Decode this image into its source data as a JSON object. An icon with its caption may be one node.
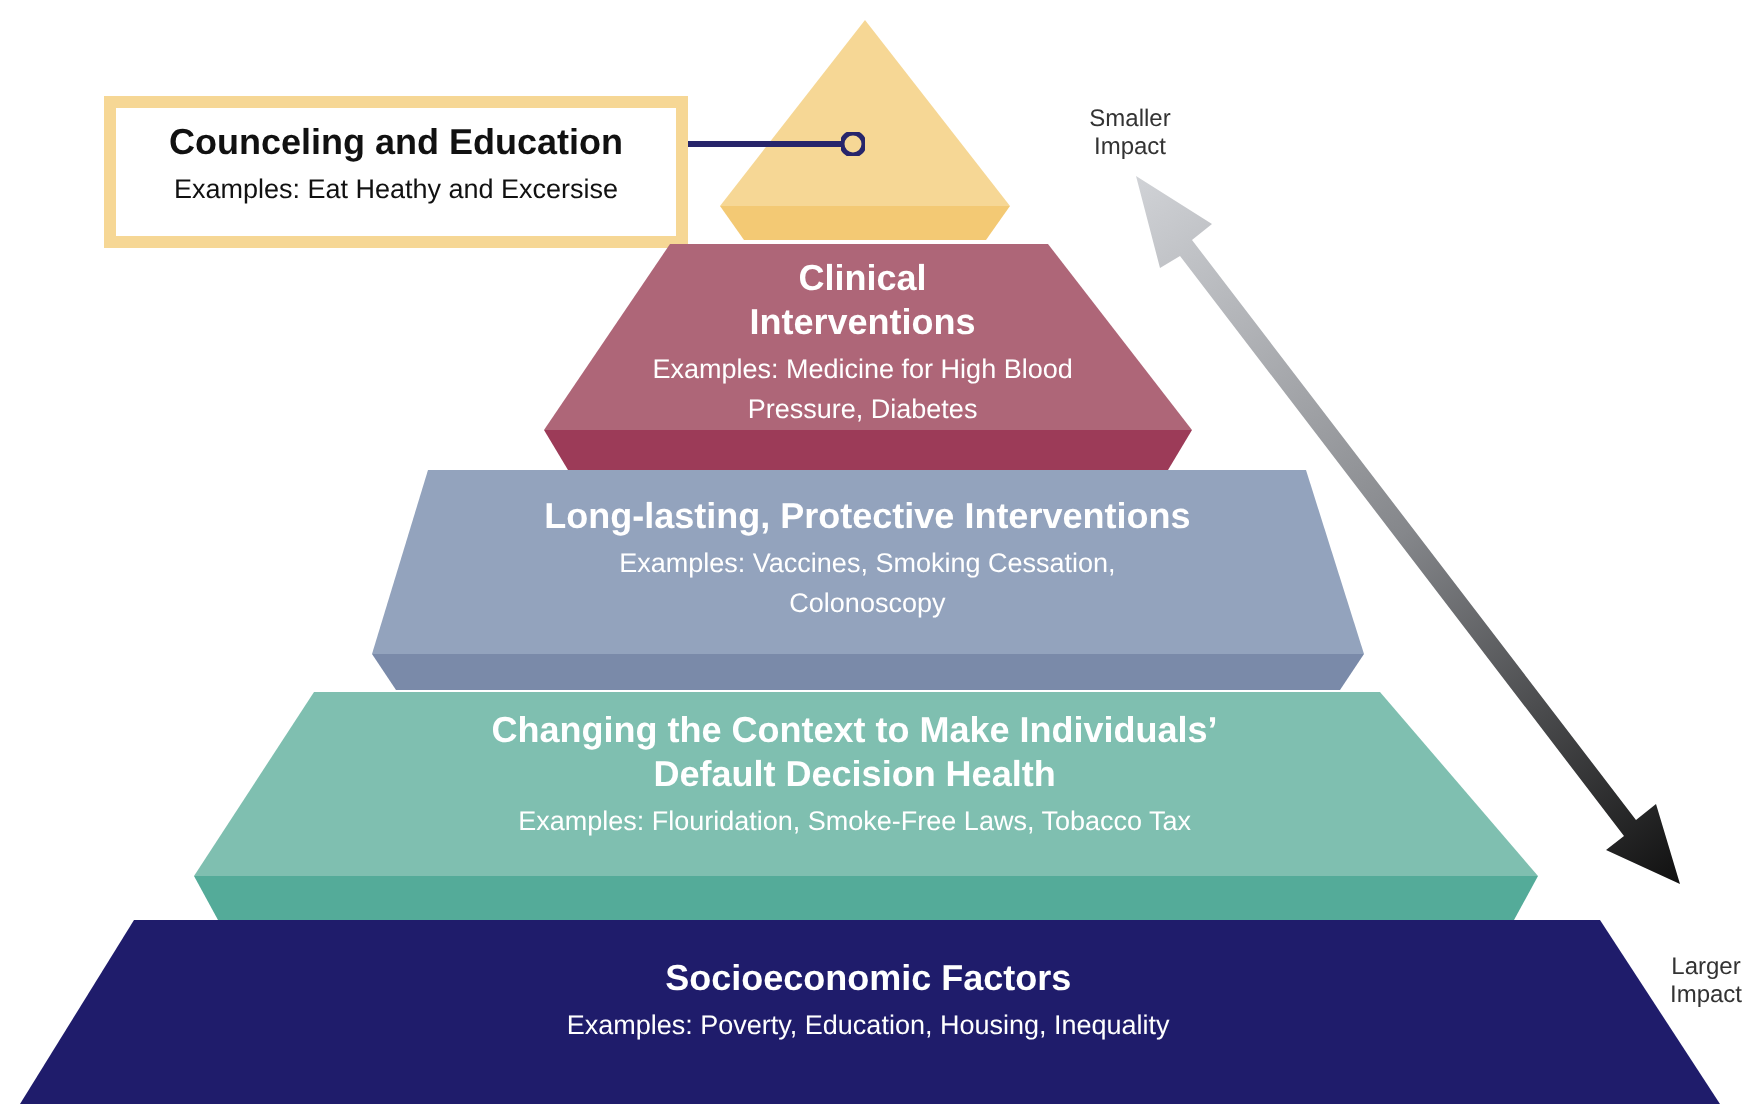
{
  "diagram": {
    "nodes": [
      {
        "text": [
          "Counceling and Education",
          "Examples: Eat Heathy and Excersise"
        ]
      },
      {
        "text": [],
        "shape": "triangle"
      },
      {
        "text": [
          "Clinical Interventions",
          "Examples: Medicine for High Blood Pressure, Diabetes"
        ]
      },
      {
        "text": [
          "Long-lasting, Protective Interventions",
          "Examples: Vaccines, Smoking Cessation, Colonoscopy"
        ]
      },
      {
        "text": [
          "Changing the Context to Make Individuals’ Default Decision Health",
          "Examples: Flouridation, Smoke-Free Laws, Tobacco Tax"
        ]
      },
      {
        "text": [
          "Socioeconomic Factors",
          "Examples: Poverty, Education, Housing, Inequality"
        ]
      }
    ],
    "edges": [
      {
        "from": 0,
        "to": 1,
        "arrow": "other"
      }
    ],
    "labels": [
      "Smaller Impact",
      "Larger Impact"
    ]
  }
}
